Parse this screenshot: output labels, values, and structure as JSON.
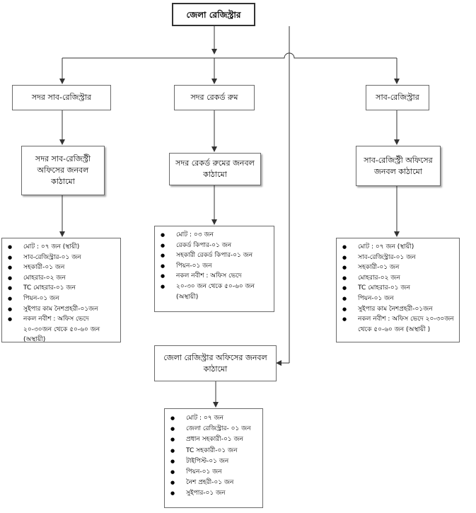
{
  "top": {
    "title": "জেলা রেজিস্ট্রার"
  },
  "level1": {
    "left": "সদর সাব-রেজিস্ট্রার",
    "middle": "সদর রেকর্ড রুম",
    "right": "সাব-রেজিস্ট্রার"
  },
  "level2": {
    "left": "সদর সাব-রেজিস্ট্রী অফিসের জনবল কাঠামো",
    "middle": "সদর রেকর্ড রুমের জনবল কাঠামো",
    "right": "সাব-রেজিস্ট্রী অফিসের জনবল কাঠামো"
  },
  "district_office": {
    "label": "জেলা রেজিস্ট্রার অফিসের জনবল কাঠামো"
  },
  "lists": {
    "left": [
      "মোট : ০৭ জন (স্থায়ী)",
      "সাব-রেজিস্ট্রার-০১ জন",
      "সহকারী-০১ জন",
      "মোহরার-০২ জন",
      "TC মোহরার-০১ জন",
      "পিয়ন-০১ জন",
      "সুইপার কাম নৈশপ্রহরী-০১জন",
      "নকল নবীশ : অফিস ভেদে ২০-৩০জন থেকে ৫০-৬০ জন (অস্থায়ী)"
    ],
    "middle": [
      "মোট : ০৩ জন",
      "রেকর্ড কিপার-০১ জন",
      "সহকারী রেকর্ড কিপার-০১ জন",
      "পিয়ন-০১ জন",
      "নকল নবীশ : অফিস ভেদে",
      "২০-৩০ জন থেকে ৫০-৬০ জন (অস্থায়ী)"
    ],
    "right": [
      "মোট : ০৭ জন (স্থায়ী)",
      "সাব-রেজিস্ট্রার-০১ জন",
      "সহকারী-০১ জন",
      "মোহরার-০২ জন",
      "TC মোহরার-০১ জন",
      "পিয়ন-০১ জন",
      "সুইপার কাম নৈশপ্রহরী-০১জন",
      "নকল নবীশ : অফিস ভেদে ২০-৩০জন থেকে ৫০-৬০ জন (অস্থায়ী )"
    ],
    "bottom": [
      "মোট : ০৭ জন",
      "জেলা রেজিস্ট্রার- ০১ জন",
      "প্রধান সহকারী-০১ জন",
      "TC সহকারী-০১ জন",
      "টাইপিস্ট-০১ জন",
      "পিয়ন-০১ জন",
      "নৈশ প্রহরী-০১ জন",
      "সুইপার-০১ জন"
    ]
  }
}
